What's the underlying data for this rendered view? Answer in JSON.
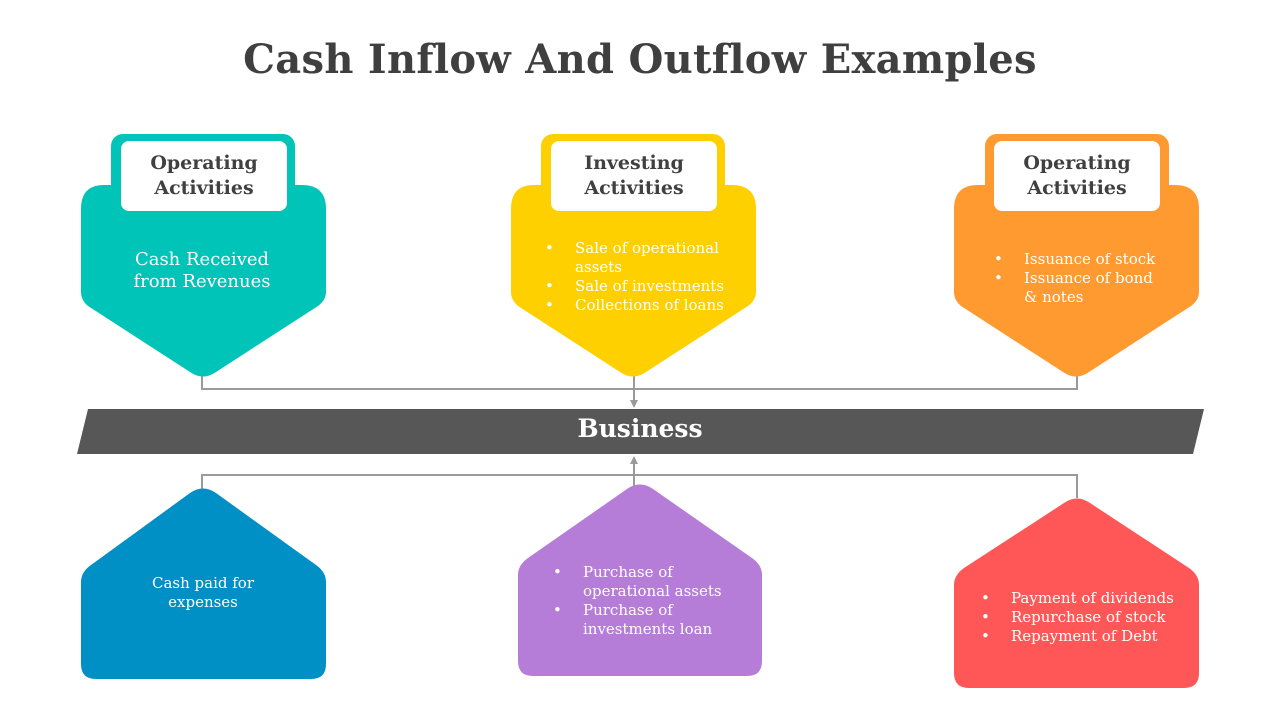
{
  "title": "Cash Inflow And Outflow Examples",
  "colors": {
    "teal": "#00C4B8",
    "yellow": "#FFD000",
    "orange": "#FF9A30",
    "blue": "#0090C6",
    "purple": "#B57CD8",
    "red": "#FF5757",
    "band": "#575757",
    "connector": "#9a9a9a"
  },
  "inflows": [
    {
      "label": "Operating Activities",
      "label_lines": [
        "Operating",
        "Activities"
      ],
      "text": "Cash Received from Revenues"
    },
    {
      "label": "Investing Activities",
      "label_lines": [
        "Investing",
        "Activities"
      ],
      "items": [
        "Sale of operational assets",
        "Sale of investments",
        "Collections of loans"
      ]
    },
    {
      "label": "Operating Activities",
      "label_lines": [
        "Operating",
        "Activities"
      ],
      "items": [
        "Issuance of stock",
        "Issuance of bond & notes"
      ]
    }
  ],
  "center": {
    "label": "Business"
  },
  "outflows": [
    {
      "text": "Cash paid for expenses"
    },
    {
      "items": [
        "Purchase of operational assets",
        "Purchase of investments loan"
      ]
    },
    {
      "items": [
        "Payment of dividends",
        "Repurchase of stock",
        "Repayment of Debt"
      ]
    }
  ]
}
